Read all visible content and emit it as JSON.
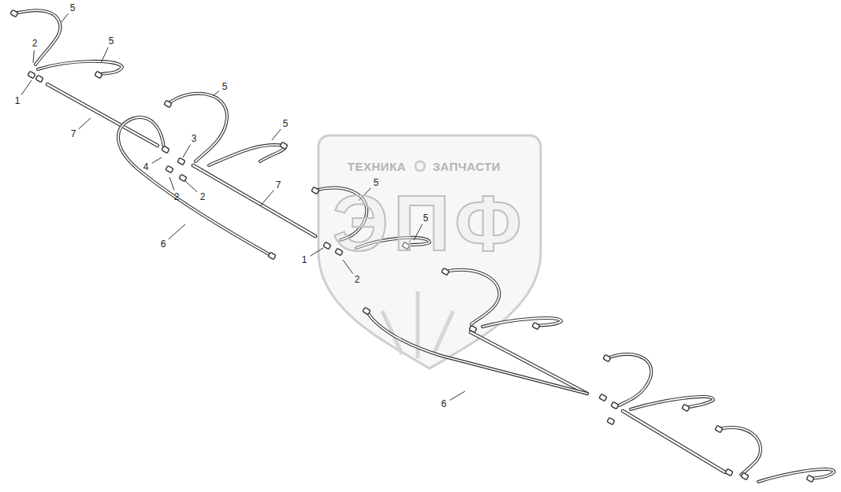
{
  "diagram": {
    "labels": [
      "5",
      "2",
      "5",
      "1",
      "7",
      "5",
      "5",
      "3",
      "4",
      "2",
      "2",
      "7",
      "5",
      "5",
      "6",
      "1",
      "2",
      "6",
      "ТЕХНИКА",
      "ЗАПЧАСТИ",
      "ЭПФ"
    ]
  }
}
